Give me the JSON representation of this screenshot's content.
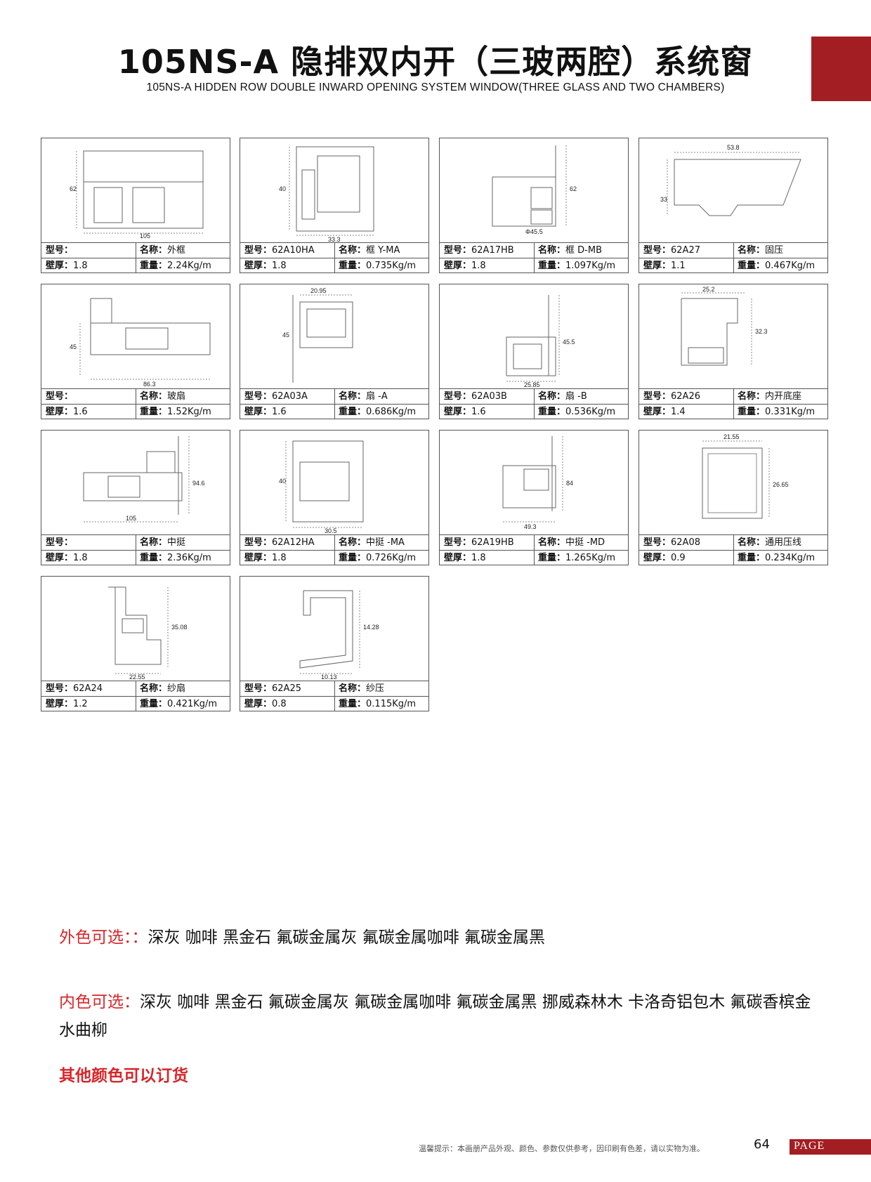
{
  "header": {
    "title": "105NS-A 隐排双内开（三玻两腔）系统窗",
    "subtitle": "105NS-A HIDDEN ROW DOUBLE INWARD OPENING SYSTEM WINDOW(THREE GLASS AND TWO CHAMBERS)"
  },
  "labels": {
    "model": "型号：",
    "name": "名称：",
    "thickness": "壁厚：",
    "weight": "重量："
  },
  "profiles": [
    {
      "model": "",
      "name": "外框",
      "thickness": "1.8",
      "weight": "2.24Kg/m",
      "dims": [
        "62",
        "105"
      ]
    },
    {
      "model": "62A10HA",
      "name": "框 Y-MA",
      "thickness": "1.8",
      "weight": "0.735Kg/m",
      "dims": [
        "40",
        "33.3"
      ]
    },
    {
      "model": "62A17HB",
      "name": "框 D-MB",
      "thickness": "1.8",
      "weight": "1.097Kg/m",
      "dims": [
        "62",
        "Φ45.5"
      ]
    },
    {
      "model": "62A27",
      "name": "固压",
      "thickness": "1.1",
      "weight": "0.467Kg/m",
      "dims": [
        "53.8",
        "33"
      ]
    },
    {
      "model": "",
      "name": "玻扇",
      "thickness": "1.6",
      "weight": "1.52Kg/m",
      "dims": [
        "45",
        "86.3"
      ]
    },
    {
      "model": "62A03A",
      "name": "扇 -A",
      "thickness": "1.6",
      "weight": "0.686Kg/m",
      "dims": [
        "20.95",
        "45"
      ]
    },
    {
      "model": "62A03B",
      "name": "扇 -B",
      "thickness": "1.6",
      "weight": "0.536Kg/m",
      "dims": [
        "45.5",
        "25.85"
      ]
    },
    {
      "model": "62A26",
      "name": "内开底座",
      "thickness": "1.4",
      "weight": "0.331Kg/m",
      "dims": [
        "25.2",
        "32.3"
      ]
    },
    {
      "model": "",
      "name": "中挺",
      "thickness": "1.8",
      "weight": "2.36Kg/m",
      "dims": [
        "94.6",
        "105"
      ]
    },
    {
      "model": "62A12HA",
      "name": "中挺 -MA",
      "thickness": "1.8",
      "weight": "0.726Kg/m",
      "dims": [
        "40",
        "30.5"
      ]
    },
    {
      "model": "62A19HB",
      "name": "中挺 -MD",
      "thickness": "1.8",
      "weight": "1.265Kg/m",
      "dims": [
        "84",
        "49.3"
      ]
    },
    {
      "model": "62A08",
      "name": "通用压线",
      "thickness": "0.9",
      "weight": "0.234Kg/m",
      "dims": [
        "21.55",
        "26.65"
      ]
    },
    {
      "model": "62A24",
      "name": "纱扇",
      "thickness": "1.2",
      "weight": "0.421Kg/m",
      "dims": [
        "35.08",
        "22.55"
      ]
    },
    {
      "model": "62A25",
      "name": "纱压",
      "thickness": "0.8",
      "weight": "0.115Kg/m",
      "dims": [
        "14.28",
        "10.13"
      ]
    }
  ],
  "colors": {
    "outer_label": "外色可选：：",
    "outer_list": "深灰 咖啡 黑金石 氟碳金属灰 氟碳金属咖啡 氟碳金属黑",
    "inner_label": "内色可选：",
    "inner_list": "深灰 咖啡 黑金石 氟碳金属灰 氟碳金属咖啡 氟碳金属黑 挪威森林木 卡洛奇铝包木 氟碳香槟金 水曲柳",
    "other": "其他颜色可以订货"
  },
  "footer": {
    "note": "温馨提示：本画册产品外观、颜色、参数仅供参考，因印刷有色差，请以实物为准。",
    "page_number": "64",
    "page_label": "PAGE"
  },
  "theme": {
    "accent": "#a31e22",
    "highlight": "#d7262a"
  }
}
